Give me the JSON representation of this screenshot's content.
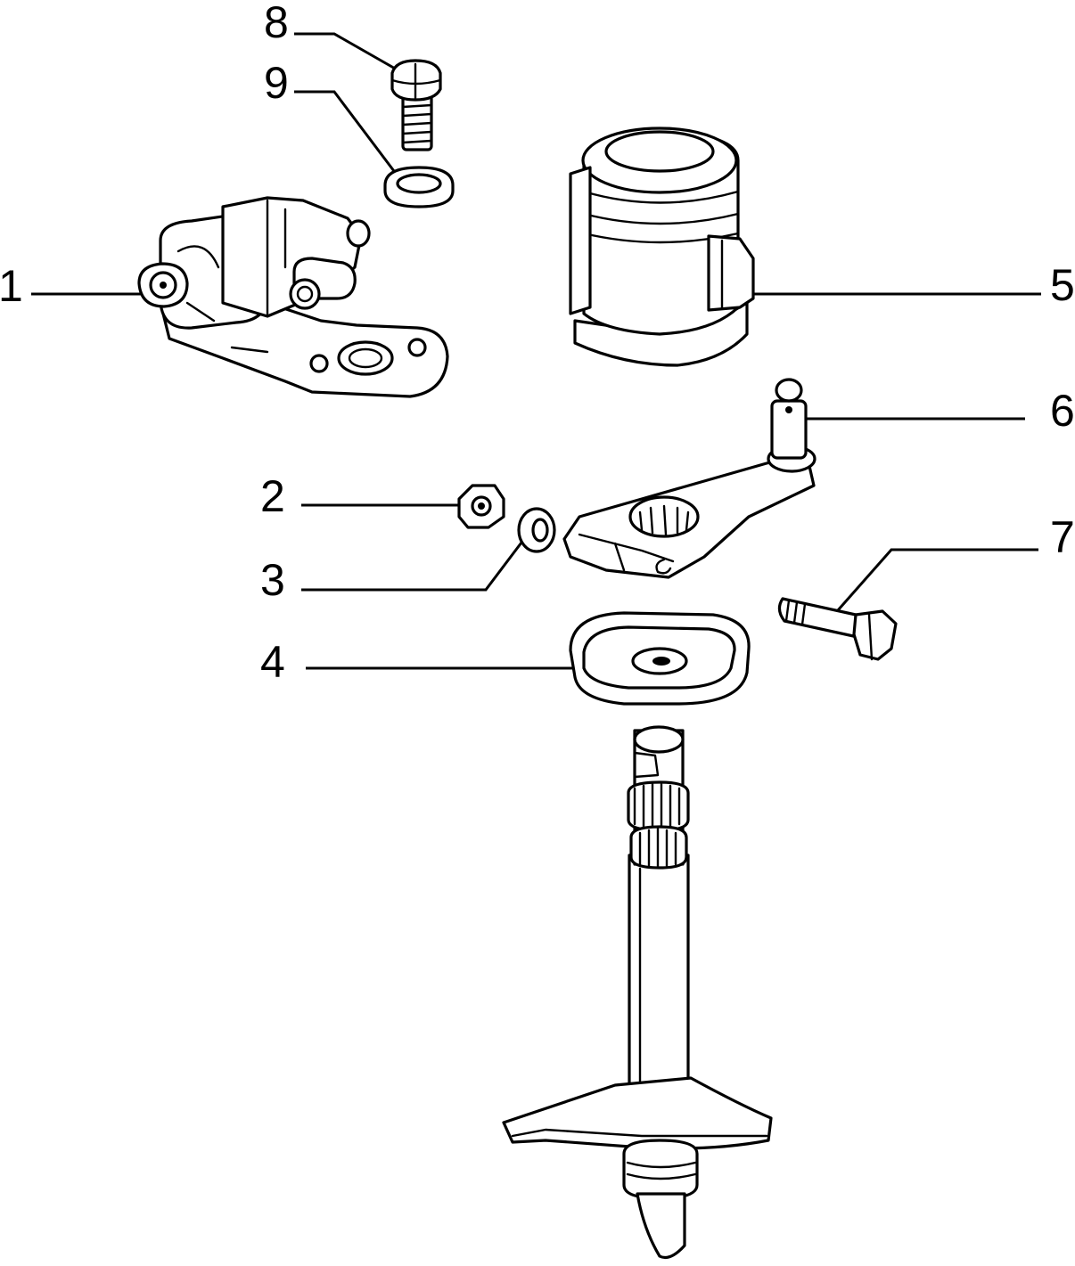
{
  "callouts": [
    {
      "label": "1"
    },
    {
      "label": "2"
    },
    {
      "label": "3"
    },
    {
      "label": "4"
    },
    {
      "label": "5"
    },
    {
      "label": "6"
    },
    {
      "label": "7"
    },
    {
      "label": "8"
    },
    {
      "label": "9"
    }
  ],
  "colors": {
    "ink": "#000000",
    "paper": "#ffffff"
  }
}
